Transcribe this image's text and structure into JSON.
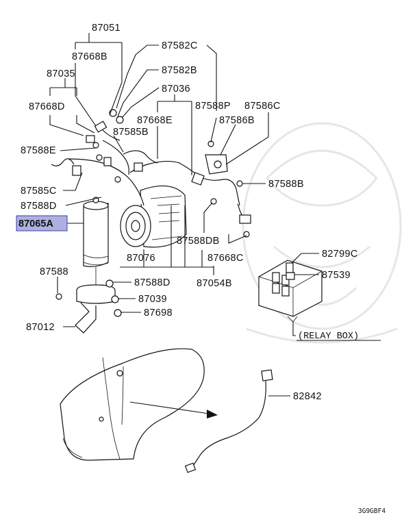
{
  "colors": {
    "highlight": "#aeb0e0",
    "highlight_border": "#3b3fa8",
    "line": "#111111"
  },
  "callouts": {
    "c87051": "87051",
    "c87668B": "87668B",
    "c87582C": "87582C",
    "c87582B": "87582B",
    "c87035": "87035",
    "c87036": "87036",
    "c87668D": "87668D",
    "c87588P": "87588P",
    "c87586C": "87586C",
    "c87668E": "87668E",
    "c87586B": "87586B",
    "c87585B": "87585B",
    "c87588E": "87588E",
    "c87588B": "87588B",
    "c87585C": "87585C",
    "c87588D_left": "87588D",
    "c87065A": "87065A",
    "c87588DB": "87588DB",
    "c87668C": "87668C",
    "c87076": "87076",
    "c87054B": "87054B",
    "c82799C": "82799C",
    "c87539": "87539",
    "c87588": "87588",
    "c87588D_mid": "87588D",
    "c87039": "87039",
    "c87698": "87698",
    "c87012": "87012",
    "c82842": "82842"
  },
  "relay_box_label": "(RELAY BOX)",
  "diagram_code": "3G9GBF4"
}
